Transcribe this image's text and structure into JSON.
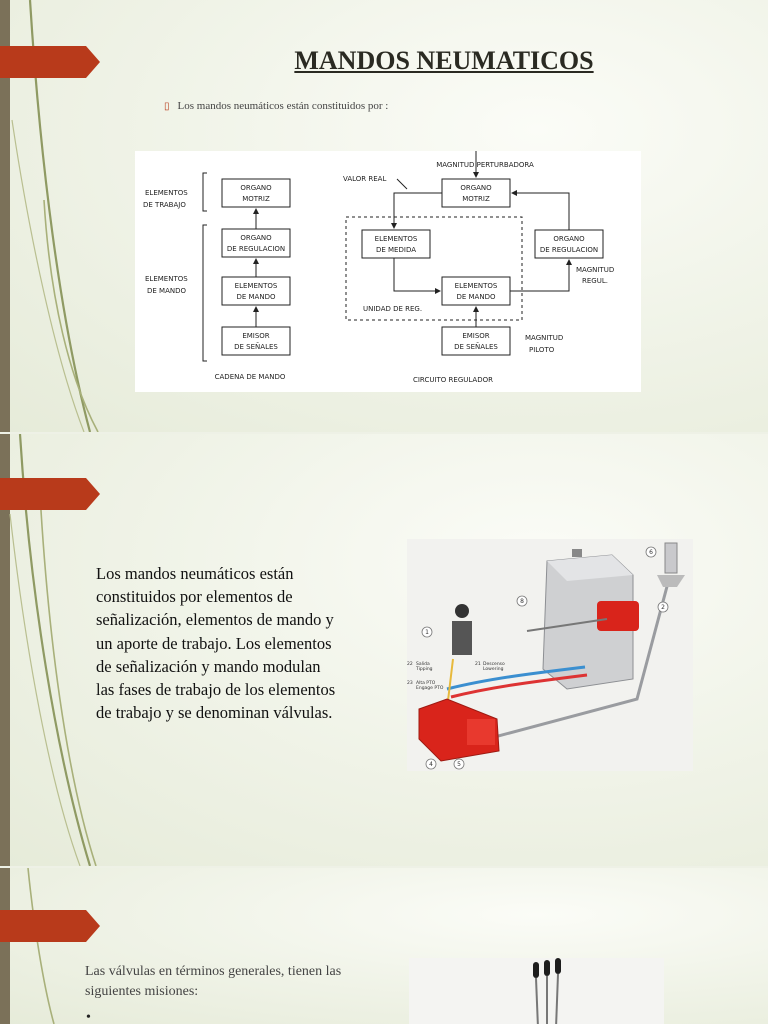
{
  "slide1": {
    "title": "MANDOS NEUMATICOS",
    "bullet": "Los mandos neumáticos están constituidos por :",
    "diagram": {
      "left_labels": {
        "trabajo_1": "ELEMENTOS",
        "trabajo_2": "DE TRABAJO",
        "mando_1": "ELEMENTOS",
        "mando_2": "DE MANDO"
      },
      "chain": {
        "organo_motriz_1": "ORGANO",
        "organo_motriz_2": "MOTRIZ",
        "organo_reg_1": "ORGANO",
        "organo_reg_2": "DE REGULACION",
        "elem_mando_1": "ELEMENTOS",
        "elem_mando_2": "DE MANDO",
        "emisor_1": "EMISOR",
        "emisor_2": "DE SEÑALES",
        "caption": "CADENA DE MANDO"
      },
      "circuit": {
        "magnitud_perturbadora": "MAGNITUD PERTURBADORA",
        "valor_real": "VALOR REAL",
        "organo_motriz_1": "ORGANO",
        "organo_motriz_2": "MOTRIZ",
        "elem_medida_1": "ELEMENTOS",
        "elem_medida_2": "DE MEDIDA",
        "organo_reg_1": "ORGANO",
        "organo_reg_2": "DE REGULACION",
        "magnitud_regul_1": "MAGNITUD",
        "magnitud_regul_2": "REGUL.",
        "elem_mando_1": "ELEMENTOS",
        "elem_mando_2": "DE MANDO",
        "unidad_reg": "UNIDAD DE REG.",
        "emisor_1": "EMISOR",
        "emisor_2": "DE SEÑALES",
        "magnitud_piloto_1": "MAGNITUD",
        "magnitud_piloto_2": "PILOTO",
        "caption": "CIRCUITO REGULADOR"
      }
    }
  },
  "slide2": {
    "paragraph": "Los mandos neumáticos están constituidos por elementos de señalización, elementos de mando y un aporte de trabajo. Los elementos de señalización y mando modulan las fases de trabajo de los elementos de trabajo y se denominan válvulas.",
    "photo_labels": {
      "n1": "1",
      "n2": "2",
      "n4": "4",
      "n5": "5",
      "n6": "6",
      "n8": "8",
      "l21a": "21",
      "l21b": "Descenso",
      "l21c": "Lowering",
      "l22a": "22",
      "l22b": "Salida",
      "l22c": "Tipping",
      "l23a": "23",
      "l23b": "Alta PTO",
      "l23c": "Engage PTO"
    }
  },
  "slide3": {
    "paragraph": "Las válvulas en términos generales, tienen las siguientes misiones:",
    "bullet": "•"
  },
  "colors": {
    "accent_arrow": "#b83a1b",
    "left_bar": "#7b7159",
    "background": "#eef1e6"
  }
}
